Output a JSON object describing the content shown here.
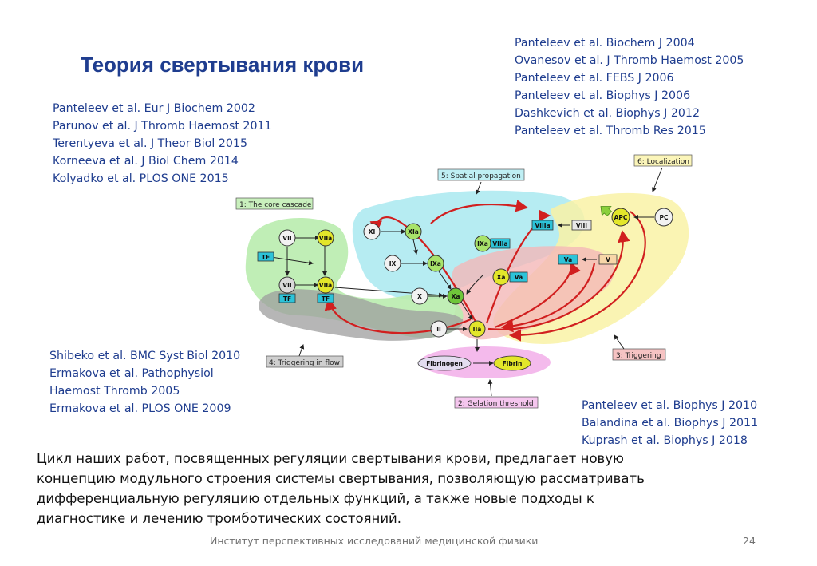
{
  "slide": {
    "title": "Теория свертывания крови",
    "refs_top_right": [
      "Panteleev et al. Biochem J 2004",
      "Ovanesov et al. J Thromb Haemost 2005",
      "Panteleev et al. FEBS J 2006",
      "Panteleev et al. Biophys J 2006",
      "Dashkevich et al. Biophys J 2012",
      "Panteleev et al. Thromb Res 2015"
    ],
    "refs_top_left": [
      "Panteleev et al. Eur J Biochem 2002",
      "Parunov et al. J  Thromb Haemost 2011",
      "Terentyeva et al. J Theor Biol 2015",
      "Korneeva et al. J Biol Chem 2014",
      "Kolyadko et al. PLOS ONE 2015"
    ],
    "refs_mid_left": [
      "Shibeko et al. BMC Syst Biol 2010",
      "Ermakova et al. Pathophysiol",
      "Haemost Thromb 2005",
      "Ermakova et al. PLOS ONE 2009"
    ],
    "refs_bottom_right": [
      "Panteleev et al. Biophys J 2010",
      "Balandina et al. Biophys J 2011",
      "Kuprash et al. Biophys J 2018"
    ],
    "summary": "Цикл наших работ, посвященных регуляции свертывания крови, предлагает новую концепцию модульного строения системы свертывания, позволяющую рассматривать  дифференциальную регуляцию отдельных функций, а также новые подходы к диагностике и лечению тромботических состояний.",
    "footer": "Институт перспективных исследований медицинской физики",
    "page_number": "24"
  },
  "diagram": {
    "modules": {
      "core": "1: The core cascade",
      "gelation": "2: Gelation threshold",
      "triggering": "3: Triggering",
      "flow": "4: Triggering in flow",
      "spatial": "5: Spatial propagation",
      "localization": "6: Localization"
    },
    "nodes": {
      "VII": "VII",
      "VIIa": "VIIa",
      "TF1": "TF",
      "VII2": "VII",
      "VIIa2": "VIIa",
      "TF2": "TF",
      "TF3": "TF",
      "XI": "XI",
      "XIa": "XIa",
      "IX": "IX",
      "IXa": "IXa",
      "IXa2": "IXa",
      "VIIIa_box": "VIIIa",
      "X": "X",
      "Xa": "Xa",
      "Xa2": "Xa",
      "Va_box": "Va",
      "II": "II",
      "IIa": "IIa",
      "VIIIa": "VIIIa",
      "VIII": "VIII",
      "APC": "APC",
      "PC": "PC",
      "Va": "Va",
      "V": "V",
      "Fibrinogen": "Fibrinogen",
      "Fibrin": "Fibrin"
    },
    "colors": {
      "core_zone": "#b9ecae",
      "spatial_zone": "#a9e9f0",
      "triggering_zone": "#f4b8b8",
      "localization_zone": "#f9f2a6",
      "gelation_zone": "#f3b2ea",
      "flow_zone": "#b0b0b0",
      "arrow": "#d11f1f"
    }
  }
}
